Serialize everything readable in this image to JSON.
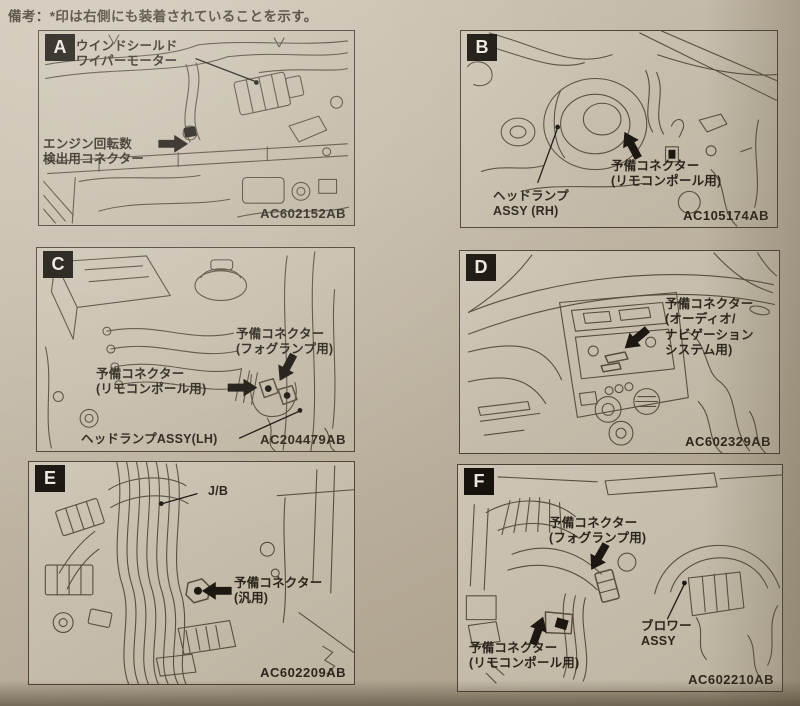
{
  "page": {
    "note": "備考：*印は右側にも装着されていることを示す。"
  },
  "panels": [
    {
      "id": "A",
      "code": "AC602152AB",
      "labels": [
        {
          "name": "windshield-wiper-motor",
          "text": "ウインドシールド\nワイパーモーター"
        },
        {
          "name": "engine-speed-connector",
          "text": "エンジン回転数\n検出用コネクター"
        }
      ]
    },
    {
      "id": "B",
      "code": "AC105174AB",
      "labels": [
        {
          "name": "spare-connector-remote-pole",
          "text": "予備コネクター\n(リモコンポール用)"
        },
        {
          "name": "headlamp-assy-rh",
          "text": "ヘッドランプ\nASSY (RH)"
        }
      ]
    },
    {
      "id": "C",
      "code": "AC204479AB",
      "labels": [
        {
          "name": "spare-connector-fog-lamp",
          "text": "予備コネクター\n(フォグランプ用)"
        },
        {
          "name": "spare-connector-remote-pole",
          "text": "予備コネクター\n(リモコンポール用)"
        },
        {
          "name": "headlamp-assy-lh",
          "text": "ヘッドランプASSY(LH)"
        }
      ]
    },
    {
      "id": "D",
      "code": "AC602329AB",
      "labels": [
        {
          "name": "spare-connector-audio-navigation",
          "text": "予備コネクター\n(オーディオ/\nナビゲーション\nシステム用)"
        }
      ]
    },
    {
      "id": "E",
      "code": "AC602209AB",
      "labels": [
        {
          "name": "junction-block",
          "text": "J/B"
        },
        {
          "name": "spare-connector-general",
          "text": "予備コネクター\n(汎用)"
        }
      ]
    },
    {
      "id": "F",
      "code": "AC602210AB",
      "labels": [
        {
          "name": "spare-connector-fog-lamp",
          "text": "予備コネクター\n(フォグランプ用)"
        },
        {
          "name": "spare-connector-remote-pole",
          "text": "予備コネクター\n(リモコンポール用)"
        },
        {
          "name": "blower-assy",
          "text": "ブロワー\nASSY"
        }
      ]
    }
  ]
}
